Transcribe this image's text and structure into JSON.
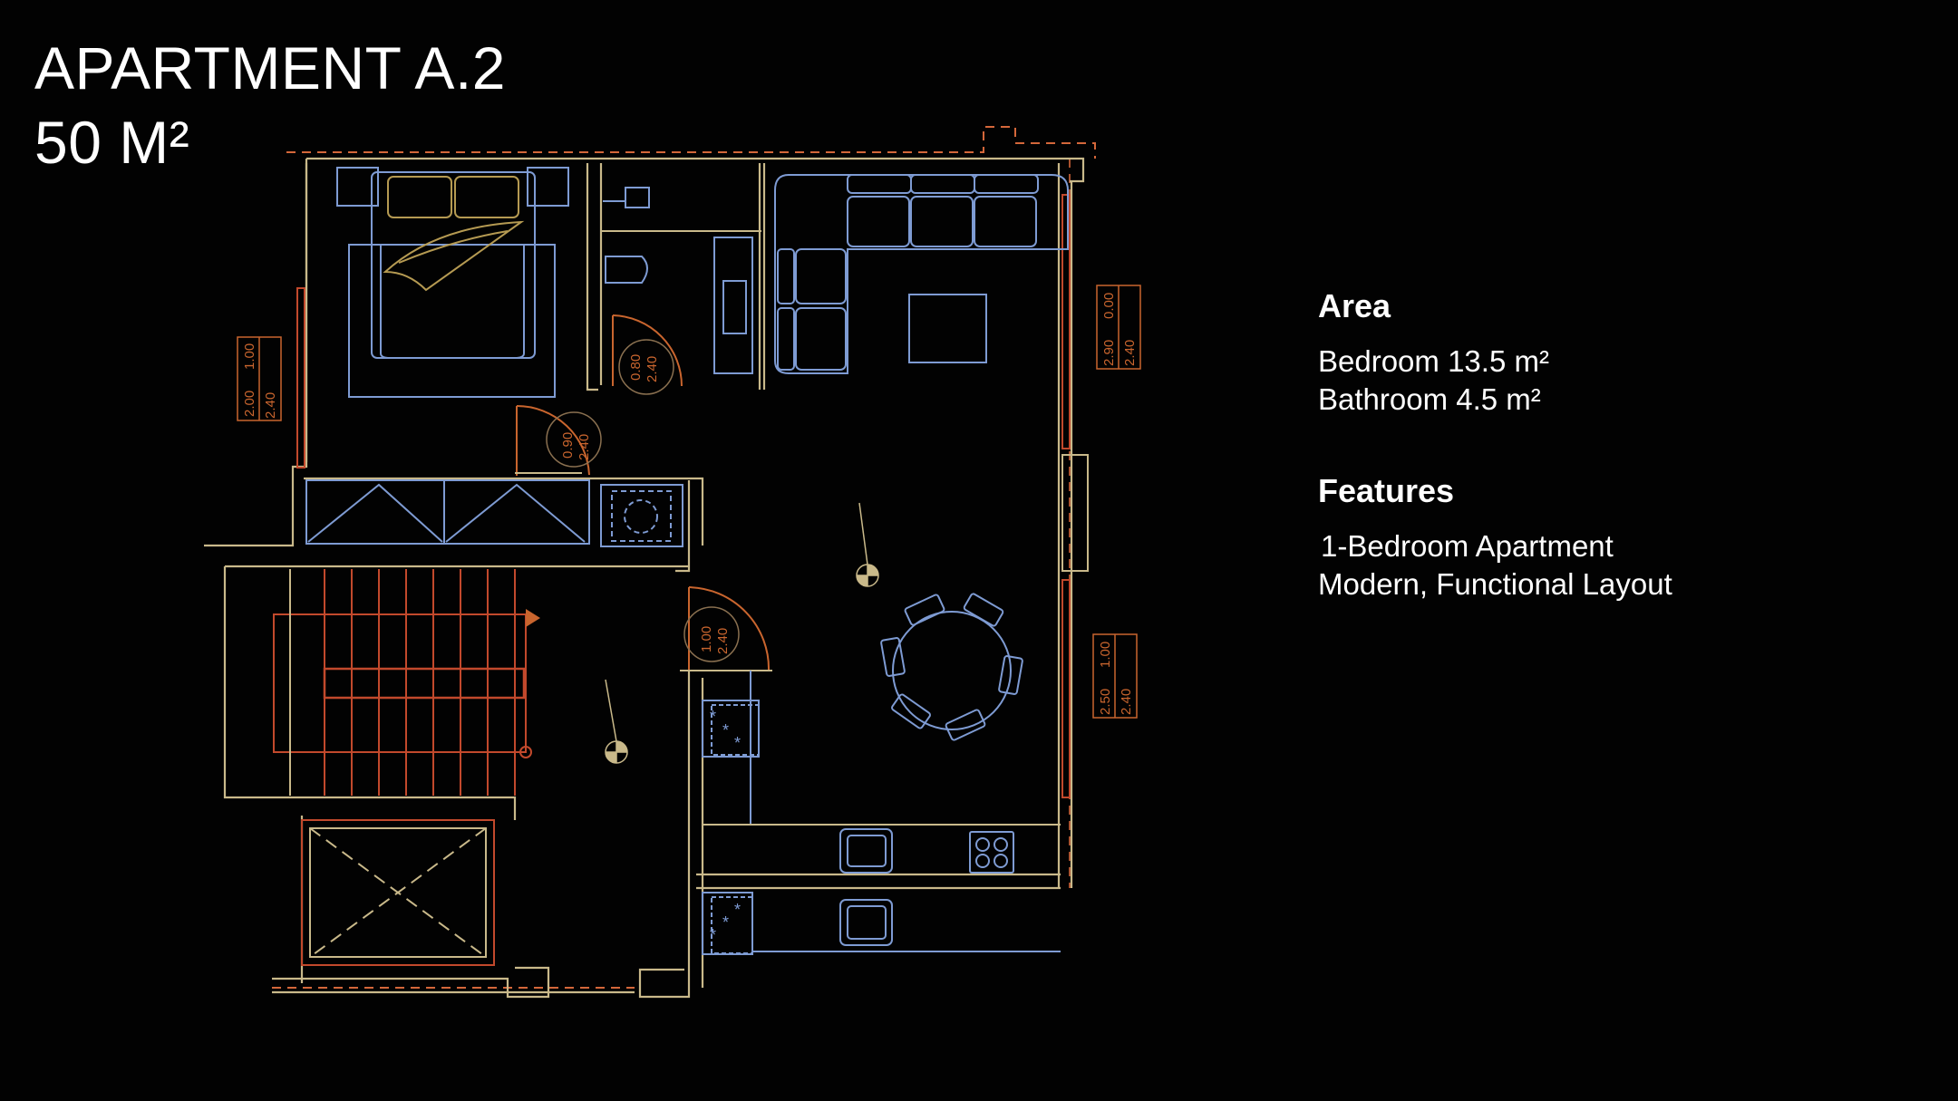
{
  "header": {
    "title": "APARTMENT A.2",
    "size": "50 M²"
  },
  "info": {
    "area_heading": "Area",
    "area_items": [
      "Bedroom 13.5 m²",
      "Bathroom 4.5 m²"
    ],
    "features_heading": "Features",
    "features_items": [
      "1-Bedroom Apartment",
      "Modern, Functional Layout"
    ]
  },
  "plan": {
    "window_tags": [
      {
        "top": "1.00",
        "bottom": "2.40",
        "left": "2.00"
      },
      {
        "top": "0.00",
        "bottom": "2.40",
        "left": "2.90"
      },
      {
        "top": "1.00",
        "bottom": "2.40",
        "left": "2.50"
      }
    ],
    "door_tags": [
      {
        "top": "0.80",
        "bottom": "2.40"
      },
      {
        "top": "0.90",
        "bottom": "2.40"
      },
      {
        "top": "1.00",
        "bottom": "2.40"
      }
    ],
    "colors": {
      "wall": "#c9b98a",
      "dashed": "#d4673a",
      "furniture": "#7e9bd3",
      "stairs": "#c2492c",
      "accent": "#c9652e"
    }
  }
}
